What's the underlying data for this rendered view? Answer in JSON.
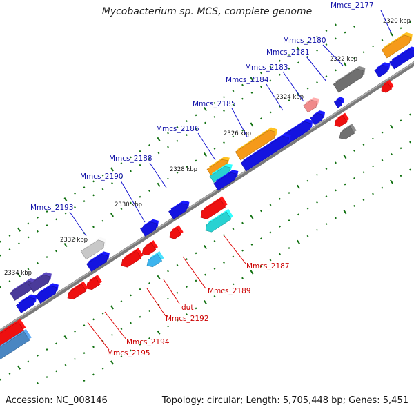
{
  "title": "Mycobacterium sp. MCS, complete genome",
  "footer": {
    "accession": "Accession: NC_008146",
    "topology": "Topology: circular; Length: 5,705,448 bp; Genes: 5,451"
  },
  "colors": {
    "blue": "#1414e0",
    "red": "#ee1010",
    "orange": "#f59a1a",
    "cyan": "#28d2d2",
    "lightblue": "#3cb4ee",
    "gray": "#707070",
    "lightgray": "#c8c8c8",
    "pink": "#f08a8a",
    "navy": "#4a3a9a",
    "steelblue": "#4a86c2",
    "upLabel": "#1010a8",
    "downLabel": "#cc0000",
    "tick": "#107010",
    "backbone": "#8a8a8a"
  },
  "kbp_marks": [
    "2320 kbp",
    "2322 kbp",
    "2324 kbp",
    "2326 kbp",
    "2328 kbp",
    "2330 kbp",
    "2332 kbp",
    "2334 kbp"
  ],
  "genes_plus": [
    "Mmcs_2177",
    "Mmcs_2180",
    "Mmcs_2181",
    "Mmcs_2183",
    "Mmcs_2184",
    "Mmcs_2185",
    "Mmcs_2186",
    "Mmcs_2188",
    "Mmcs_2190",
    "Mmcs_2193"
  ],
  "genes_minus": [
    "Mmcs_2187",
    "Mmcs_2189",
    "dut",
    "Mmcs_2192",
    "Mmcs_2194",
    "Mmcs_2195"
  ]
}
